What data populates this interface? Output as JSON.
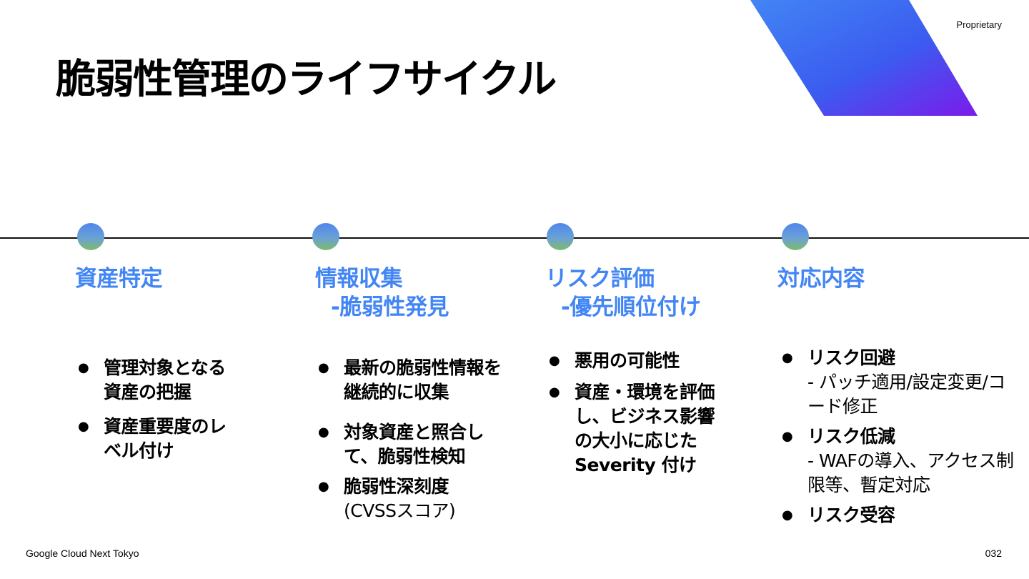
{
  "header": {
    "label": "Proprietary",
    "title": "脆弱性管理のライフサイクル"
  },
  "colors": {
    "accent": "#4285f4",
    "banner_start": "#4285f4",
    "banner_end": "#7b1bea",
    "dot_top": "#4f86ec",
    "dot_bottom": "#7dbb6a"
  },
  "stages": [
    {
      "title": "資産特定",
      "subtitle": "",
      "bullets": [
        {
          "text": "管理対象となる資産の把握"
        },
        {
          "text": "資産重要度のレベル付け"
        }
      ]
    },
    {
      "title": "情報収集",
      "subtitle": "-脆弱性発見",
      "bullets": [
        {
          "text": "最新の脆弱性情報を継続的に収集"
        },
        {
          "text": "対象資産と照合して、脆弱性検知"
        },
        {
          "text": "脆弱性深刻度",
          "detail": "(CVSSスコア)"
        }
      ]
    },
    {
      "title": "リスク評価",
      "subtitle": "-優先順位付け",
      "bullets": [
        {
          "text": "悪用の可能性"
        },
        {
          "text": "資産・環境を評価し、ビジネス影響の大小に応じたSeverity 付け"
        }
      ]
    },
    {
      "title": "対応内容",
      "subtitle": "",
      "bullets": [
        {
          "text": "リスク回避",
          "detail": "- パッチ適用/設定変更/コード修正"
        },
        {
          "text": "リスク低減",
          "detail": "- WAFの導入、アクセス制限等、暫定対応"
        },
        {
          "text": "リスク受容"
        }
      ]
    }
  ],
  "footer": {
    "event": "Google Cloud Next Tokyo",
    "page": "032"
  }
}
